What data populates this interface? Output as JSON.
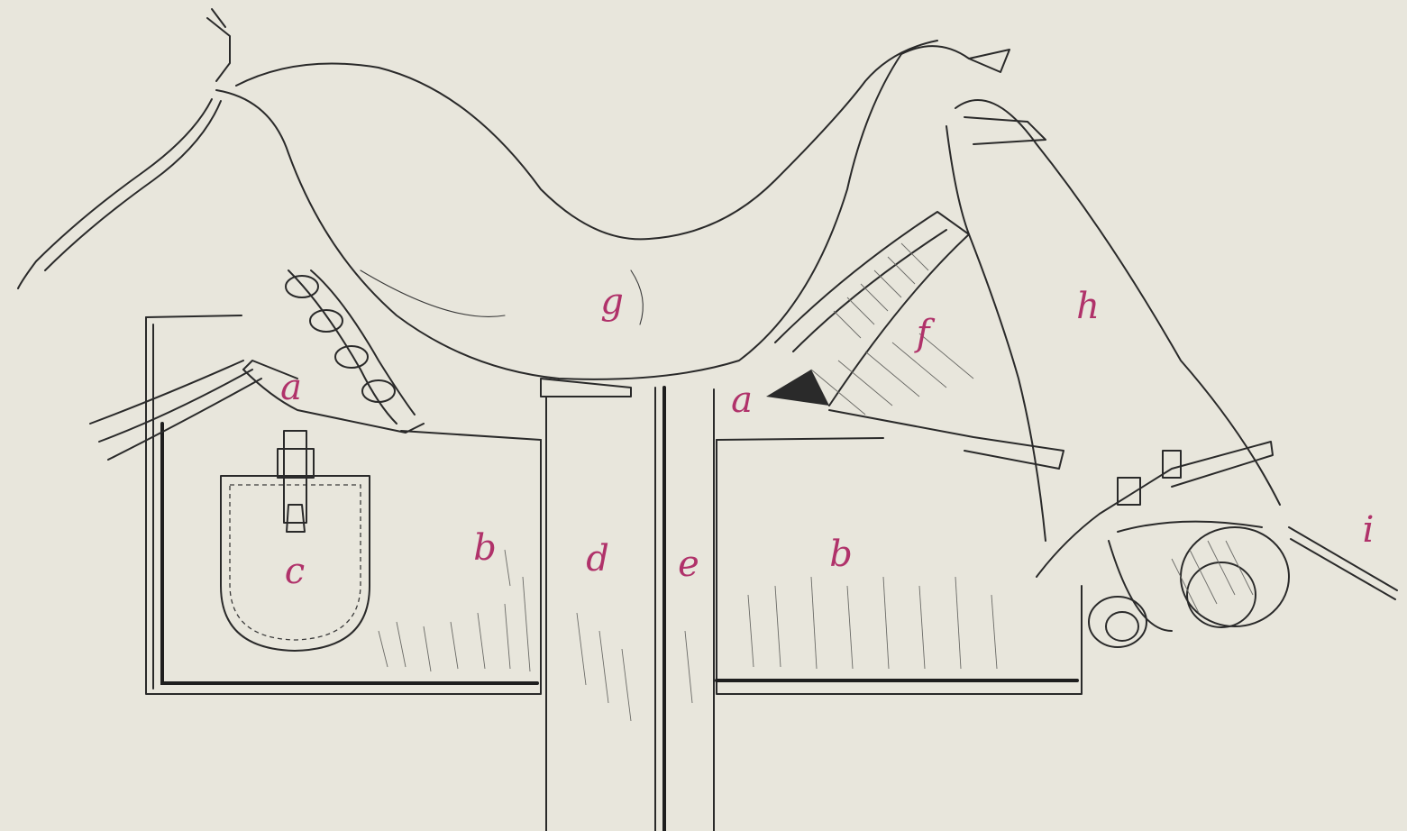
{
  "labels": {
    "a_left": "a",
    "a_right": "a",
    "b_left": "b",
    "b_right": "b",
    "c": "c",
    "d": "d",
    "e": "e",
    "f": "f",
    "g": "g",
    "h": "h",
    "i": "i"
  },
  "colors": {
    "paper": "#e8e6dc",
    "ink": "#2a2a2a",
    "label": "#b0326a"
  }
}
